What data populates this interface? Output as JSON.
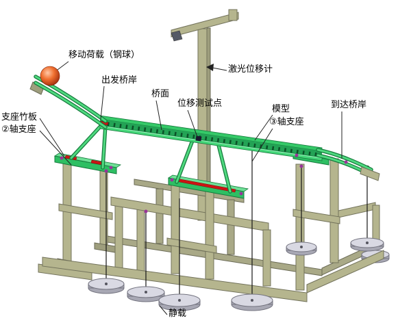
{
  "diagram": {
    "labels": {
      "moving_load": "移动荷载（钢球）",
      "departure_bank": "出发桥岸",
      "deck": "桥面",
      "displacement_point": "位移测试点",
      "laser_meter": "激光位移计",
      "model": "模型",
      "axis3_support": "③轴支座",
      "arrival_bank": "到达桥岸",
      "support_bamboo": "支座竹板",
      "axis2_support": "②轴支座",
      "static_load": "静载"
    },
    "colors": {
      "background": "#ffffff",
      "frame_wood": "#b5b58e",
      "bridge_green": "#2ebf63",
      "ball_red": "#cc4411",
      "load_disc_gray": "#d9d9e3",
      "support_red": "#cc1414",
      "joint_purple": "#993399"
    }
  }
}
